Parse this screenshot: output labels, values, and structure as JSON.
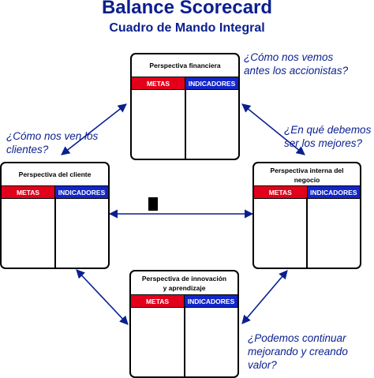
{
  "title": "Balance Scorecard",
  "subtitle": "Cuadro de Mando Integral",
  "perspectives": {
    "financial": {
      "title": "Perspectiva financiera",
      "metas": "METAS",
      "indicadores": "INDICADORES"
    },
    "customer": {
      "title": "Perspectiva del cliente",
      "metas": "METAS",
      "indicadores": "INDICADORES"
    },
    "internal": {
      "title": "Perspectiva interna del negocio",
      "metas": "METAS",
      "indicadores": "INDICADORES"
    },
    "learning": {
      "title": "Perspectiva de innovación y aprendizaje",
      "metas": "METAS",
      "indicadores": "INDICADORES"
    }
  },
  "questions": {
    "financial": "¿Cómo nos vemos antes los accionistas?",
    "customer": "¿Cómo nos ven los clientes?",
    "internal": "¿En qué debemos ser los mejores?",
    "learning": "¿Podemos continuar mejorando y creando valor?"
  },
  "colors": {
    "title": "#0a1f8f",
    "metas": "#e3001b",
    "indicadores": "#1226c8",
    "arrows": "#0a1f8f"
  }
}
